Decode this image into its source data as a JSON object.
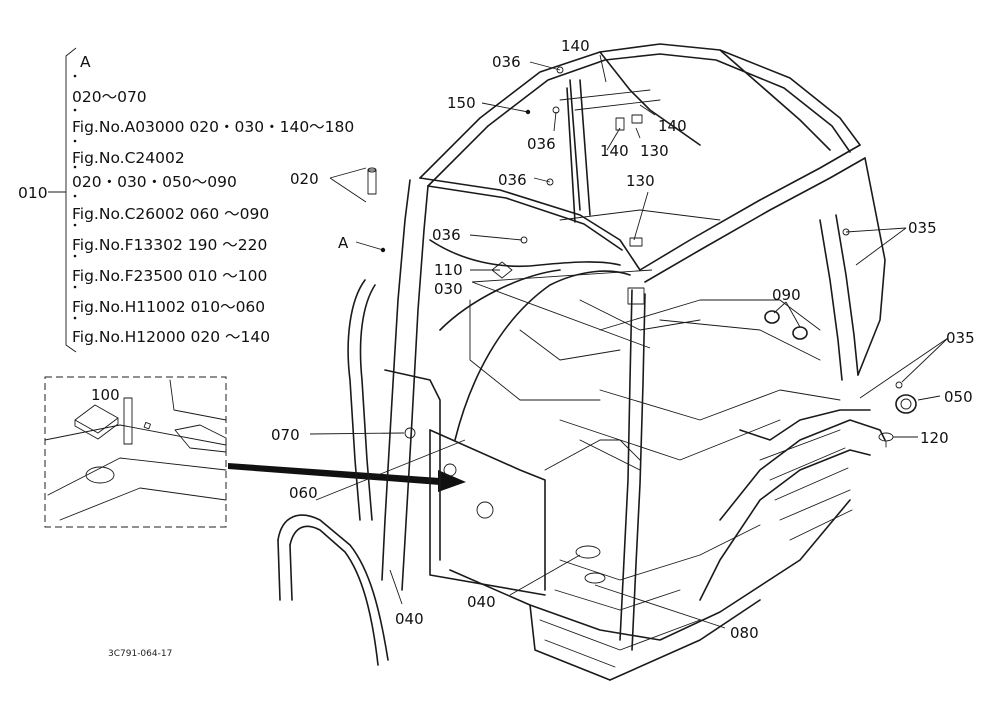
{
  "index_group": {
    "label": "010",
    "items": [
      "A",
      "020～070",
      "Fig.No.A03000 020・030・140～180",
      "Fig.No.C24002",
      "020・030・050～090",
      "Fig.No.C26002 060 ～090",
      "Fig.No.F13302  190 ～220",
      "Fig.No.F23500 010 ～100",
      "Fig.No.H11002 010～060",
      "Fig.No.H12000 020 ～140"
    ]
  },
  "callouts": {
    "c036a": "036",
    "c140a": "140",
    "c150": "150",
    "c036b": "036",
    "c140b": "140",
    "c140c": "140",
    "c130a": "130",
    "c036c": "036",
    "c130b": "130",
    "c020": "020",
    "c036d": "036",
    "cA": "A",
    "c110": "110",
    "c030": "030",
    "c090": "090",
    "c035a": "035",
    "c035b": "035",
    "c050": "050",
    "c120": "120",
    "c070": "070",
    "c100": "100",
    "c060": "060",
    "c040a": "040",
    "c040b": "040",
    "c080": "080"
  },
  "drawing_code": "3C791-064-17"
}
